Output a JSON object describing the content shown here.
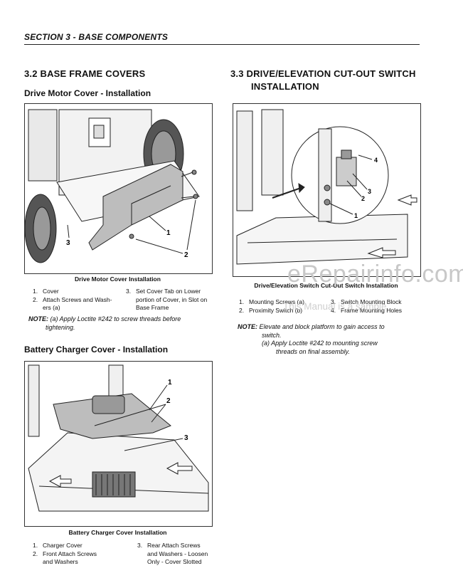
{
  "section_header": "SECTION 3 - BASE COMPONENTS",
  "sec32": {
    "title": "3.2  BASE FRAME COVERS",
    "drive": {
      "subtitle": "Drive Motor Cover - Installation",
      "caption": "Drive Motor Cover Installation",
      "callouts": [
        "1",
        "2",
        "3"
      ],
      "legend_left": [
        {
          "num": "1.",
          "text": "Cover"
        },
        {
          "num": "2.",
          "text": "Attach Screws and Wash-"
        },
        {
          "num": "",
          "text": "ers (a)"
        }
      ],
      "legend_right": [
        {
          "num": "3.",
          "text": "Set Cover Tab on Lower"
        },
        {
          "num": "",
          "text": "portion of Cover, in Slot on"
        },
        {
          "num": "",
          "text": "Base Frame"
        }
      ],
      "note_label": "NOTE:",
      "note_lines": [
        "(a)  Apply Loctite #242 to screw threads before",
        "tightening."
      ]
    },
    "battery": {
      "subtitle": "Battery Charger Cover - Installation",
      "caption": "Battery Charger Cover Installation",
      "callouts": [
        "1",
        "2",
        "3"
      ],
      "legend_left": [
        {
          "num": "1.",
          "text": "Charger Cover"
        },
        {
          "num": "2.",
          "text": "Front Attach Screws"
        },
        {
          "num": "",
          "text": "and Washers"
        }
      ],
      "legend_right": [
        {
          "num": "3.",
          "text": "Rear Attach Screws"
        },
        {
          "num": "",
          "text": "and Washers - Loosen"
        },
        {
          "num": "",
          "text": "Only - Cover Slotted"
        }
      ]
    }
  },
  "sec33": {
    "title_line1": "3.3  DRIVE/ELEVATION CUT-OUT SWITCH",
    "title_line2": "INSTALLATION",
    "caption": "Drive/Elevation Switch Cut-Out Switch Installation",
    "callouts": [
      "1",
      "2",
      "3",
      "4"
    ],
    "legend_left": [
      {
        "num": "1.",
        "text": "Mounting Screws (a)"
      },
      {
        "num": "2.",
        "text": "Proximity Switch (b)"
      }
    ],
    "legend_right": [
      {
        "num": "3.",
        "text": "Switch Mounting Block"
      },
      {
        "num": "4.",
        "text": "Frame Mounting Holes"
      }
    ],
    "note_label": "NOTE:",
    "note_lines": [
      "Elevate and block platform to gain access to",
      "switch.",
      "(a)  Apply Loctite #242 to mounting screw",
      "threads on final assembly."
    ]
  },
  "watermark": {
    "main": "eRepairinfo.com",
    "sub": "This Manual is a sample"
  }
}
